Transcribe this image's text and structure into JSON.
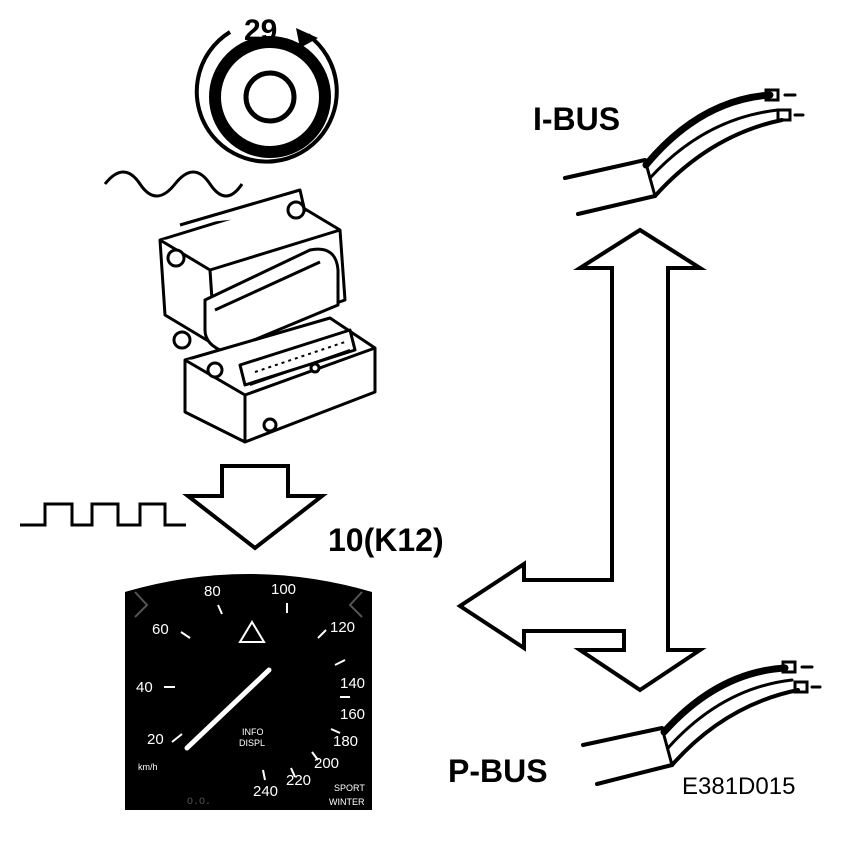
{
  "labels": {
    "sensor_number": "29",
    "module_ref": "10(K12)",
    "ibus": "I-BUS",
    "pbus": "P-BUS",
    "figure_id": "E381D015"
  },
  "gauge": {
    "scale": [
      "20",
      "40",
      "60",
      "80",
      "100",
      "120",
      "140",
      "160",
      "180",
      "200",
      "220",
      "240"
    ],
    "unit": "km/h",
    "info_line1": "INFO",
    "info_line2": "DISPL",
    "mode_sport": "SPORT",
    "mode_winter": "WINTER"
  },
  "colors": {
    "ink": "#000000",
    "paper": "#ffffff",
    "gauge_face": "#000000"
  }
}
